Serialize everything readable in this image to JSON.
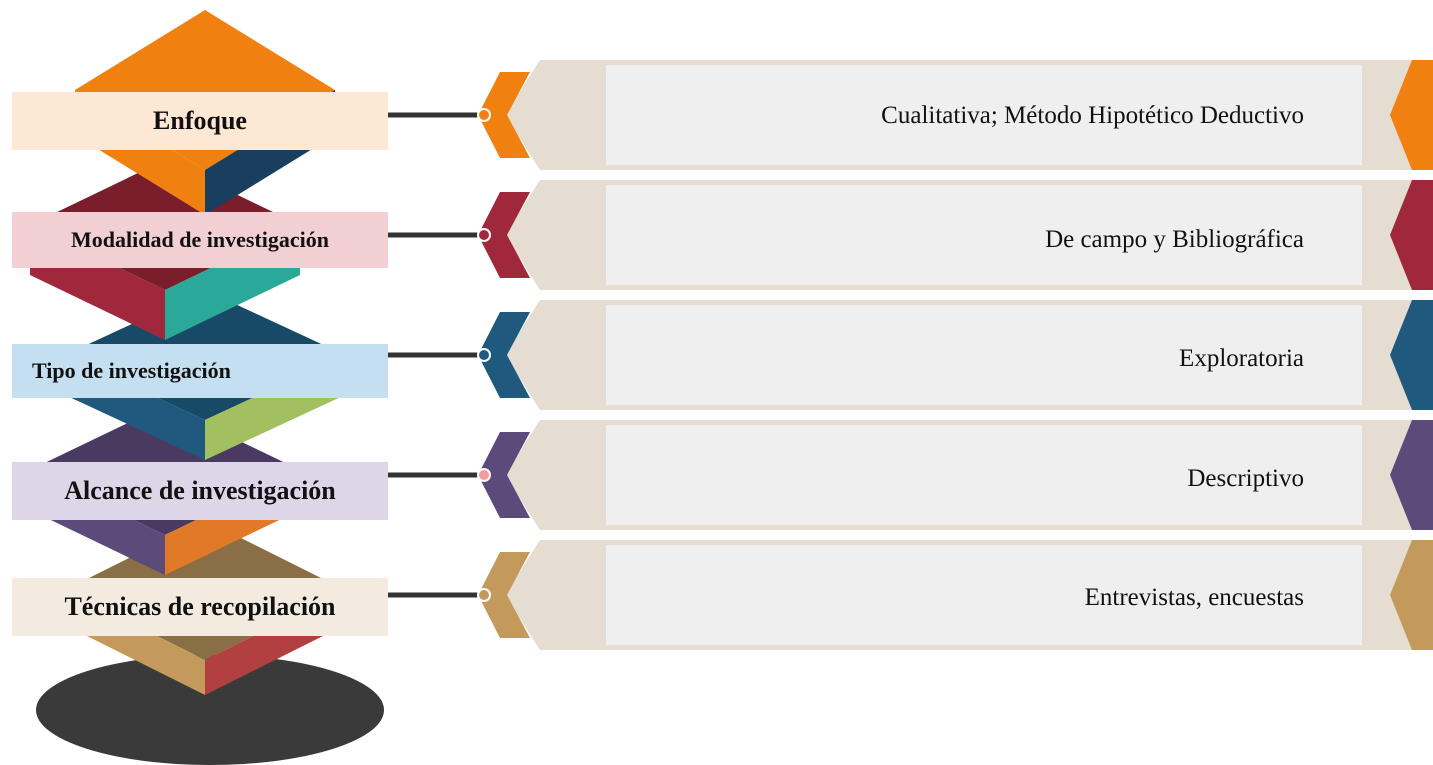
{
  "rows": [
    {
      "label": "Enfoque",
      "value": "Cualitativa; Método Hipotético Deductivo",
      "accent": "#f08010",
      "tint": "#fde8d6",
      "dot": "#f08010"
    },
    {
      "label": "Modalidad de investigación",
      "value": "De campo y Bibliográfica",
      "accent": "#a0283c",
      "tint": "#f2cfd2",
      "dot": "#a0283c"
    },
    {
      "label": "Tipo de investigación",
      "value": "Exploratoria",
      "accent": "#1f5a7e",
      "tint": "#c3dff0",
      "dot": "#1f5a7e"
    },
    {
      "label": "Alcance de investigación",
      "value": "Descriptivo",
      "accent": "#5c4a7a",
      "tint": "#ddd6e8",
      "dot": "#f29aa0"
    },
    {
      "label": "Técnicas de recopilación",
      "value": "Entrevistas,  encuestas",
      "accent": "#c49a5c",
      "tint": "#f3ebe0",
      "dot": "#c49a5c"
    }
  ],
  "colors": {
    "panel_outer": "#e5ddd2",
    "panel_inner": "#efefef",
    "connector": "#333333",
    "base": "#3a3a3a"
  }
}
